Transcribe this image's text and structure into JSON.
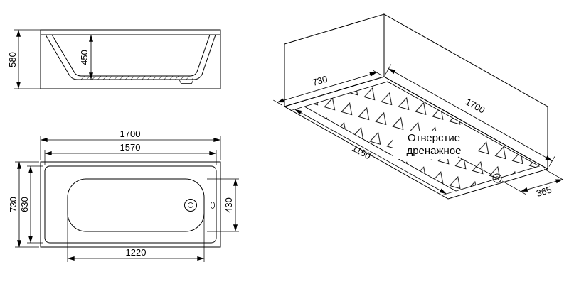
{
  "page": {
    "background": "#ffffff",
    "line_color": "#000000"
  },
  "side_view": {
    "dims": {
      "overall_height": "580",
      "inner_depth": "450"
    }
  },
  "top_view": {
    "dims": {
      "overall_length": "1700",
      "rim_length": "1570",
      "overall_width": "730",
      "rim_width": "630",
      "floor_width": "430",
      "floor_length": "1220"
    }
  },
  "iso_view": {
    "dims": {
      "width": "730",
      "floor_length": "1150",
      "overall_length": "1700",
      "drain_offset": "365"
    },
    "drain_label": {
      "line1": "Отверстие",
      "line2": "дренажное"
    }
  }
}
